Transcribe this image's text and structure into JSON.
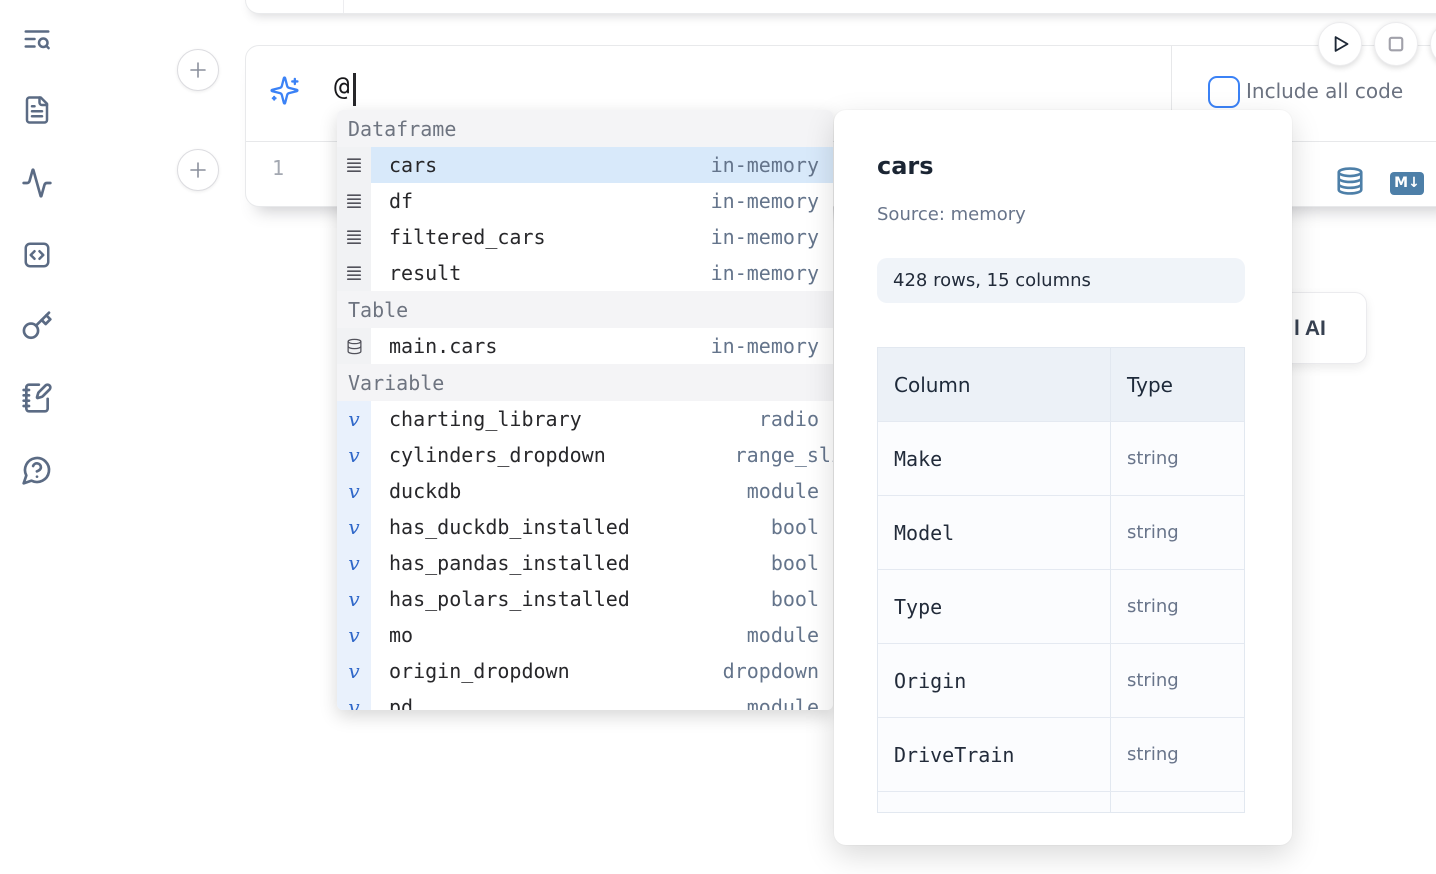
{
  "colors": {
    "accent": "#3b82f6",
    "steel_blue": "#4d7fa8",
    "selected_row": "#d8e9fa"
  },
  "sidebar": {
    "icons": [
      "text-search",
      "file-text",
      "activity",
      "code-square",
      "key",
      "notebook-pen",
      "help-circle"
    ]
  },
  "run_controls": {
    "play_icon": "play-icon",
    "stop_icon": "stop-icon"
  },
  "ai_input": {
    "value": "@",
    "icon": "sparkles-icon"
  },
  "include_all_code": {
    "label": "Include all code",
    "checked": false
  },
  "editor": {
    "line_number": "1"
  },
  "cell_toolbar": {
    "db_icon": "database-icon",
    "markdown_badge": "M↓"
  },
  "ai_card": {
    "visible_label": "l AI"
  },
  "autocomplete": {
    "variable_glyph": "v",
    "sections": [
      {
        "label": "Dataframe",
        "items": [
          {
            "name": "cars",
            "type": "in-memory",
            "selected": true
          },
          {
            "name": "df",
            "type": "in-memory"
          },
          {
            "name": "filtered_cars",
            "type": "in-memory"
          },
          {
            "name": "result",
            "type": "in-memory"
          }
        ]
      },
      {
        "label": "Table",
        "items": [
          {
            "name": "main.cars",
            "type": "in-memory"
          }
        ]
      },
      {
        "label": "Variable",
        "items": [
          {
            "name": "charting_library",
            "type": "radio"
          },
          {
            "name": "cylinders_dropdown",
            "type": "range_sli"
          },
          {
            "name": "duckdb",
            "type": "module"
          },
          {
            "name": "has_duckdb_installed",
            "type": "bool"
          },
          {
            "name": "has_pandas_installed",
            "type": "bool"
          },
          {
            "name": "has_polars_installed",
            "type": "bool"
          },
          {
            "name": "mo",
            "type": "module"
          },
          {
            "name": "origin_dropdown",
            "type": "dropdown"
          },
          {
            "name": "pd",
            "type": "module"
          }
        ]
      }
    ]
  },
  "preview": {
    "title": "cars",
    "source": "Source: memory",
    "shape": "428 rows, 15 columns",
    "table": {
      "headers": [
        "Column",
        "Type"
      ],
      "rows": [
        [
          "Make",
          "string"
        ],
        [
          "Model",
          "string"
        ],
        [
          "Type",
          "string"
        ],
        [
          "Origin",
          "string"
        ],
        [
          "DriveTrain",
          "string"
        ],
        [
          "",
          ""
        ]
      ]
    }
  }
}
